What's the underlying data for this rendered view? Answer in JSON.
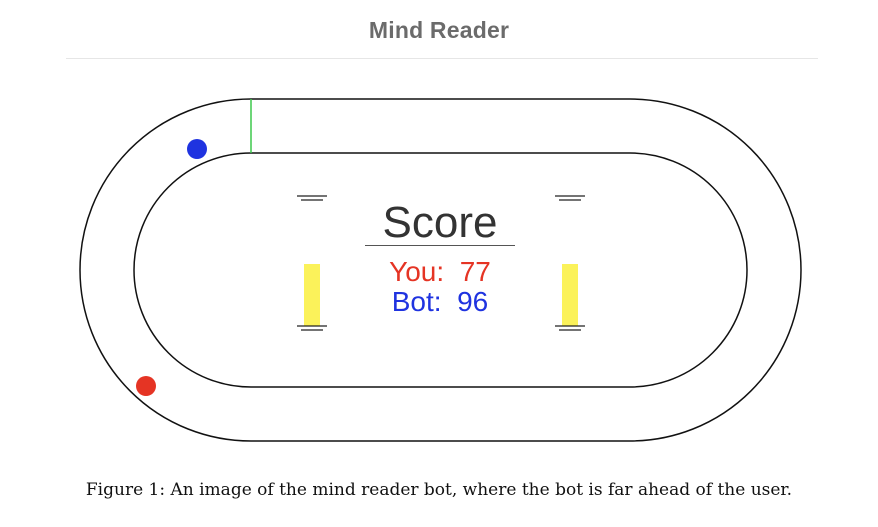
{
  "header": {
    "title": "Mind Reader"
  },
  "scoreboard": {
    "title": "Score",
    "you_label": "You:",
    "you_score": "77",
    "bot_label": "Bot:",
    "bot_score": "96"
  },
  "caption": "Figure 1: An image of the mind reader bot, where the bot is far ahead of the user.",
  "colors": {
    "player": "#e53424",
    "bot": "#1f33e0",
    "finish_line": "#3cc84a",
    "meter": "#fbf25a"
  }
}
